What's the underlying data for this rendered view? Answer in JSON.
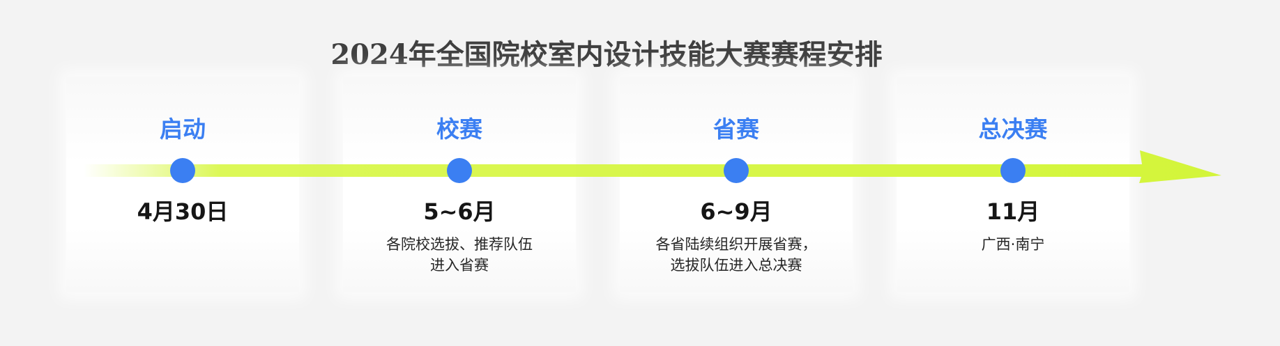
{
  "title": "2024年全国院校室内设计技能大赛赛程安排",
  "colors": {
    "accent_blue": "#3b7ff2",
    "timeline_green": "#d8f745",
    "title_gray": "#3f3f3f",
    "background": "#f3f3f3"
  },
  "stages": [
    {
      "name": "启动",
      "date": "4月30日",
      "desc": []
    },
    {
      "name": "校赛",
      "date": "5~6月",
      "desc": [
        "各院校选拔、推荐队伍",
        "进入省赛"
      ]
    },
    {
      "name": "省赛",
      "date": "6~9月",
      "desc": [
        "各省陆续组织开展省赛，",
        "选拔队伍进入总决赛"
      ]
    },
    {
      "name": "总决赛",
      "date": "11月",
      "desc": [
        "广西·南宁"
      ]
    }
  ]
}
